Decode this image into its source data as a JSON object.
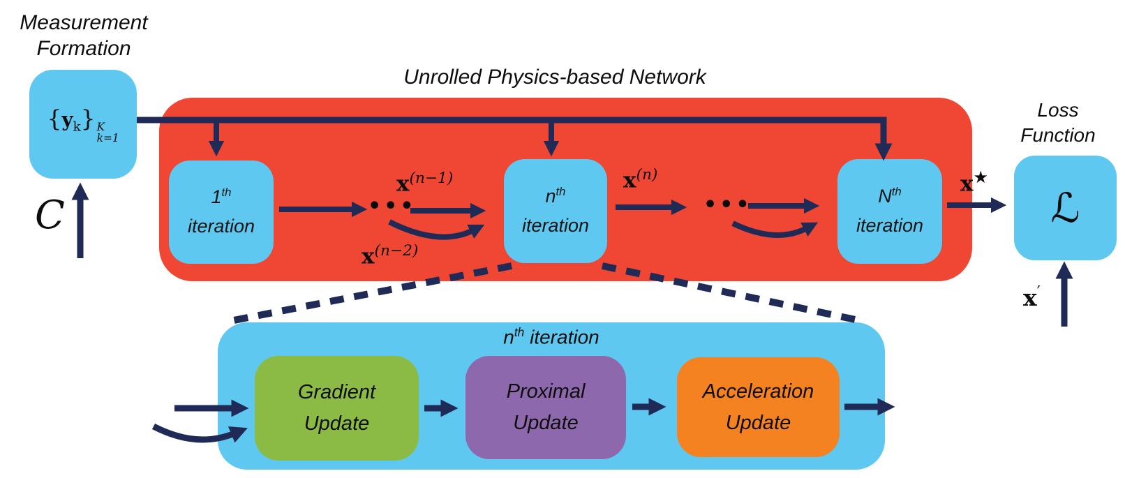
{
  "colors": {
    "red": "#EF4734",
    "cyan": "#5EC8F0",
    "navy": "#1F2B56",
    "green": "#8CBB45",
    "purple": "#8E68AC",
    "orange": "#F58220",
    "ink": "#0d0d0d"
  },
  "headers": {
    "measurement_line1": "Measurement",
    "measurement_line2": "Formation",
    "network_title": "Unrolled Physics-based Network",
    "loss_line1": "Loss",
    "loss_line2": "Function"
  },
  "measurement_box": {
    "brace_open": "{",
    "y": "y",
    "y_sub": "k",
    "brace_close": "}",
    "sup": "K",
    "sub": "k=1"
  },
  "input_label": "C",
  "iterations": {
    "first": {
      "ordinal": "1",
      "suffix": "th",
      "word": "iteration"
    },
    "nth": {
      "ordinal": "n",
      "suffix": "th",
      "word": "iteration"
    },
    "Nth": {
      "ordinal": "N",
      "suffix": "th",
      "word": "iteration"
    }
  },
  "flow_labels": {
    "cdots": "•••",
    "x_n_minus_1": {
      "base": "x",
      "sup": "(n−1)"
    },
    "x_n_minus_2": {
      "base": "x",
      "sup": "(n−2)"
    },
    "x_n": {
      "base": "x",
      "sup": "(n)"
    },
    "x_star": {
      "base": "x",
      "sup": "★"
    },
    "x_prime": {
      "base": "x",
      "sup": "′"
    }
  },
  "loss_box": {
    "symbol": "ℒ"
  },
  "detail": {
    "title": {
      "ordinal": "n",
      "suffix": "th",
      "word": " iteration"
    },
    "blocks": [
      {
        "line1": "Gradient",
        "line2": "Update"
      },
      {
        "line1": "Proximal",
        "line2": "Update"
      },
      {
        "line1": "Acceleration",
        "line2": "Update"
      }
    ]
  }
}
